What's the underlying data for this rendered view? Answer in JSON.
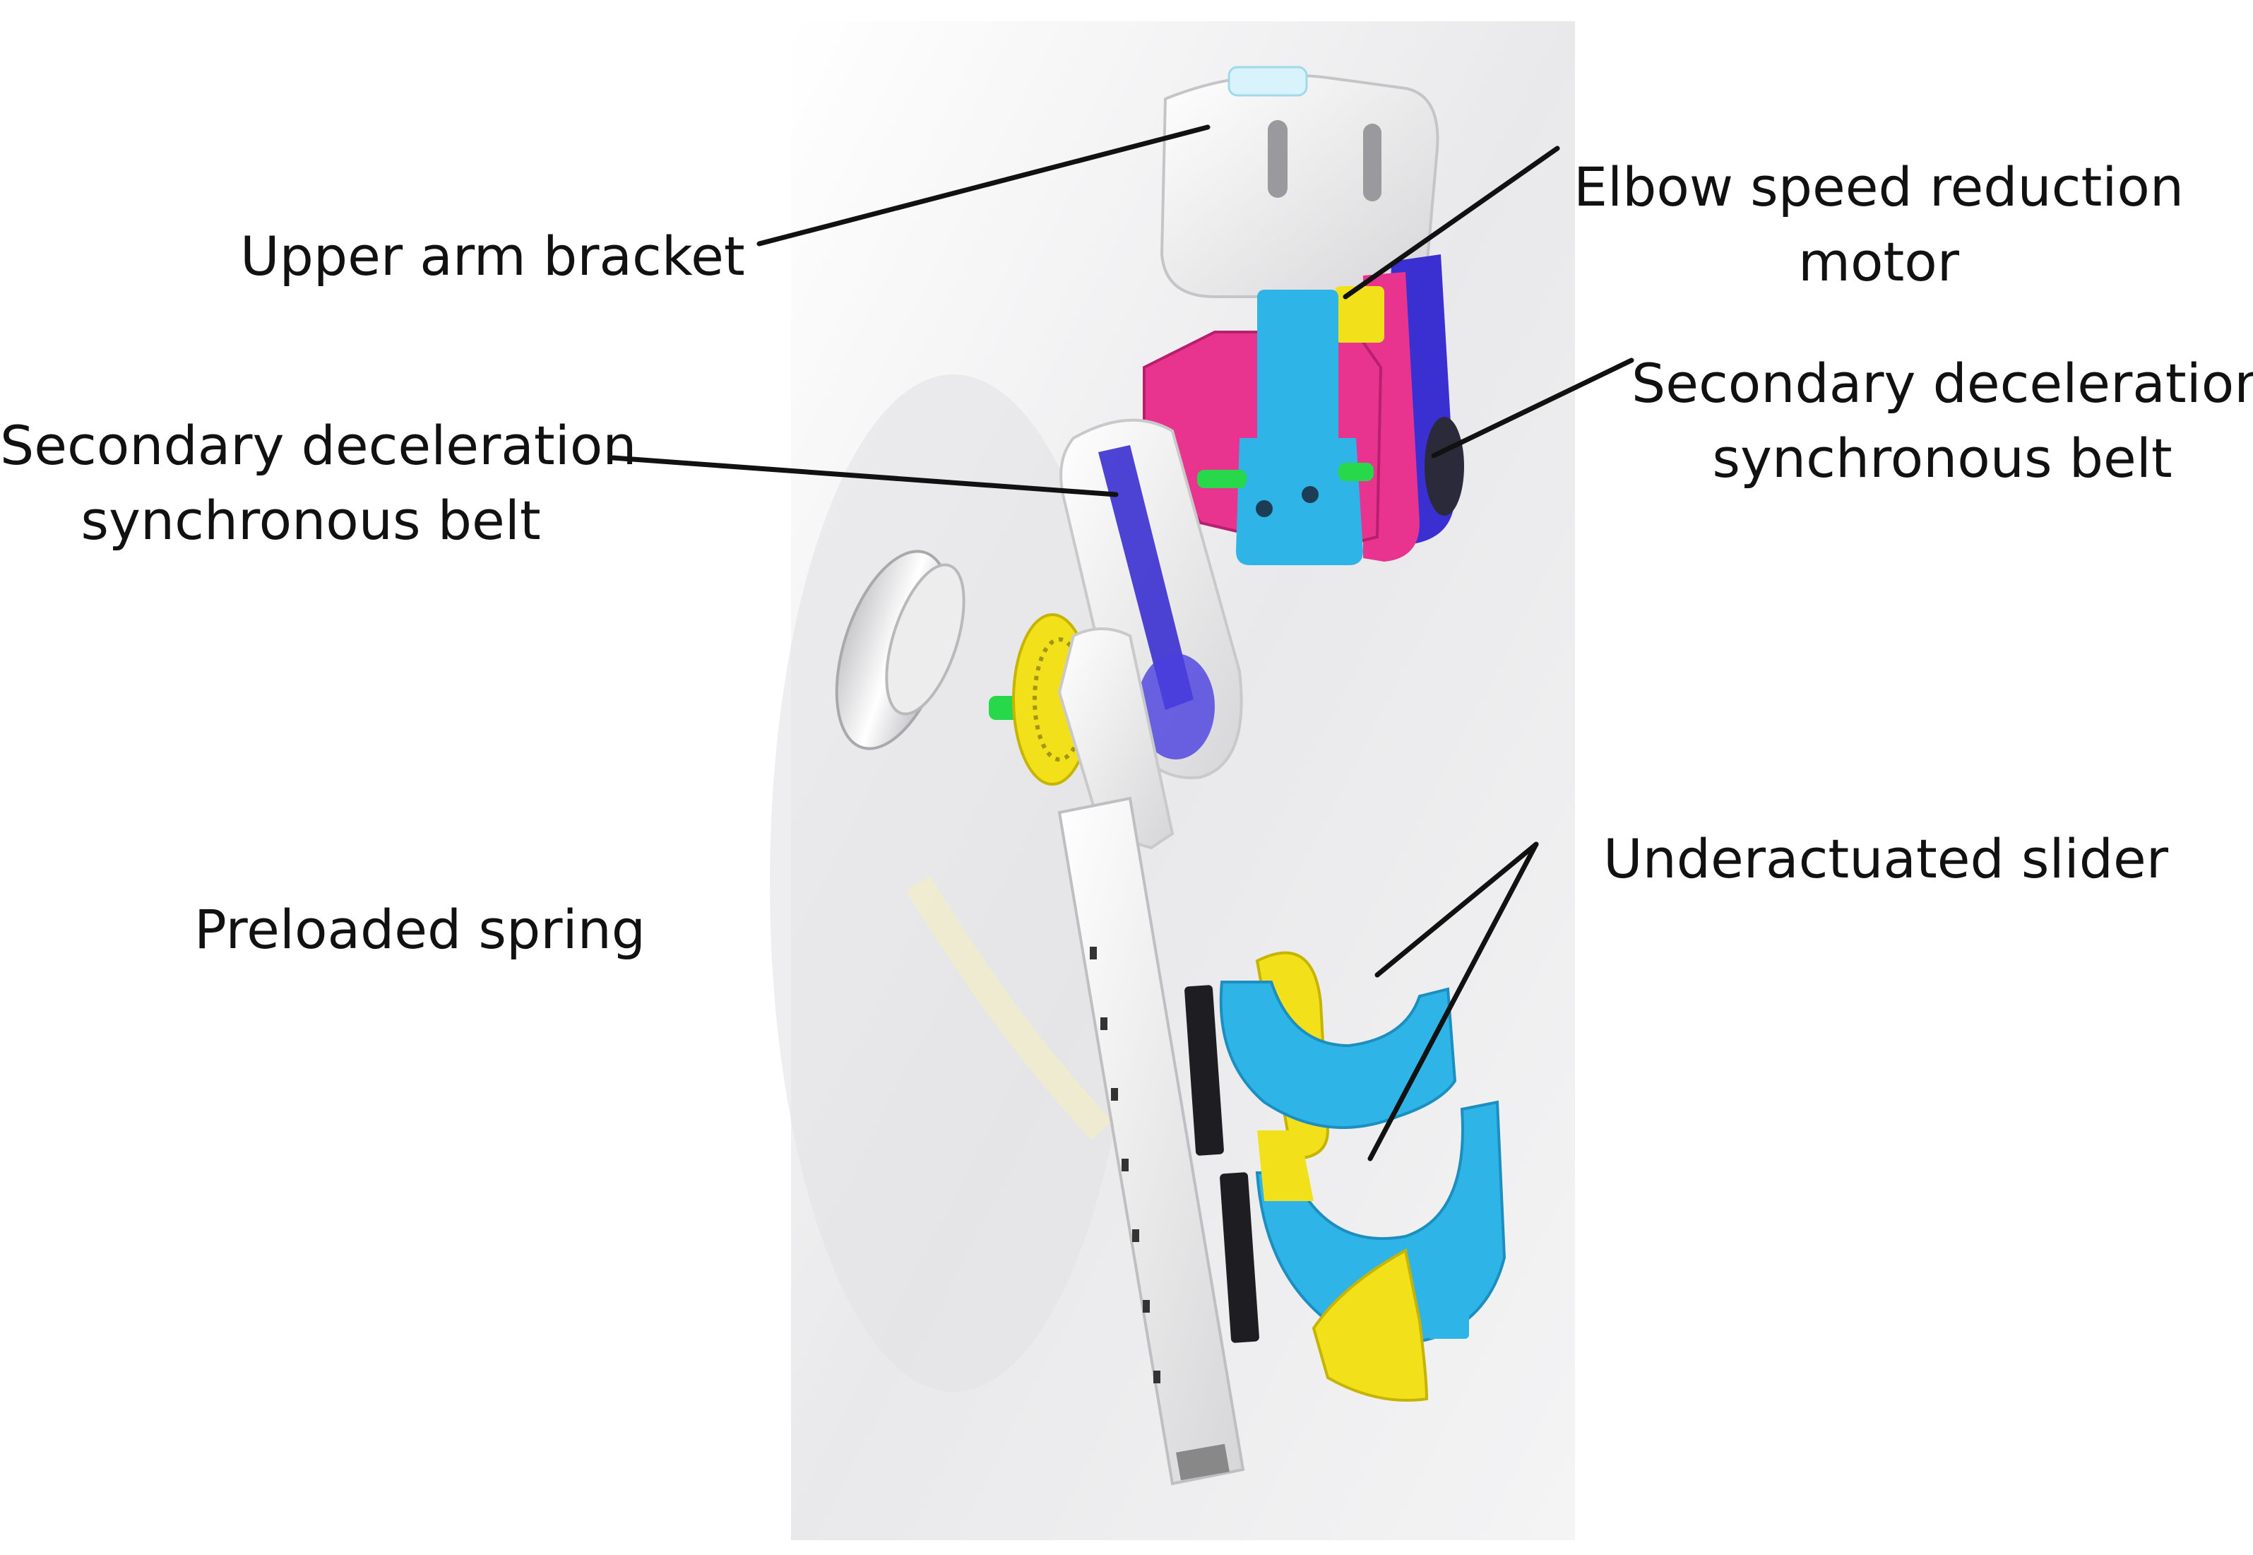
{
  "labels": {
    "upper_arm_bracket": "Upper arm bracket",
    "elbow_motor": [
      "Elbow speed reduction",
      "motor"
    ],
    "sec_belt_right": [
      "Secondary deceleration",
      "synchronous belt"
    ],
    "sec_belt_left": [
      "Secondary deceleration",
      "synchronous belt"
    ],
    "preloaded_spring": "Preloaded spring",
    "underactuated_slider": "Underactuated slider"
  },
  "colors": {
    "magenta": "#e8338f",
    "cyan": "#2fb4e8",
    "blue": "#3a2fd0",
    "yellow": "#f2e11a",
    "green": "#27d84a",
    "light_gray": "#eeeeee",
    "leader": "#111111"
  }
}
